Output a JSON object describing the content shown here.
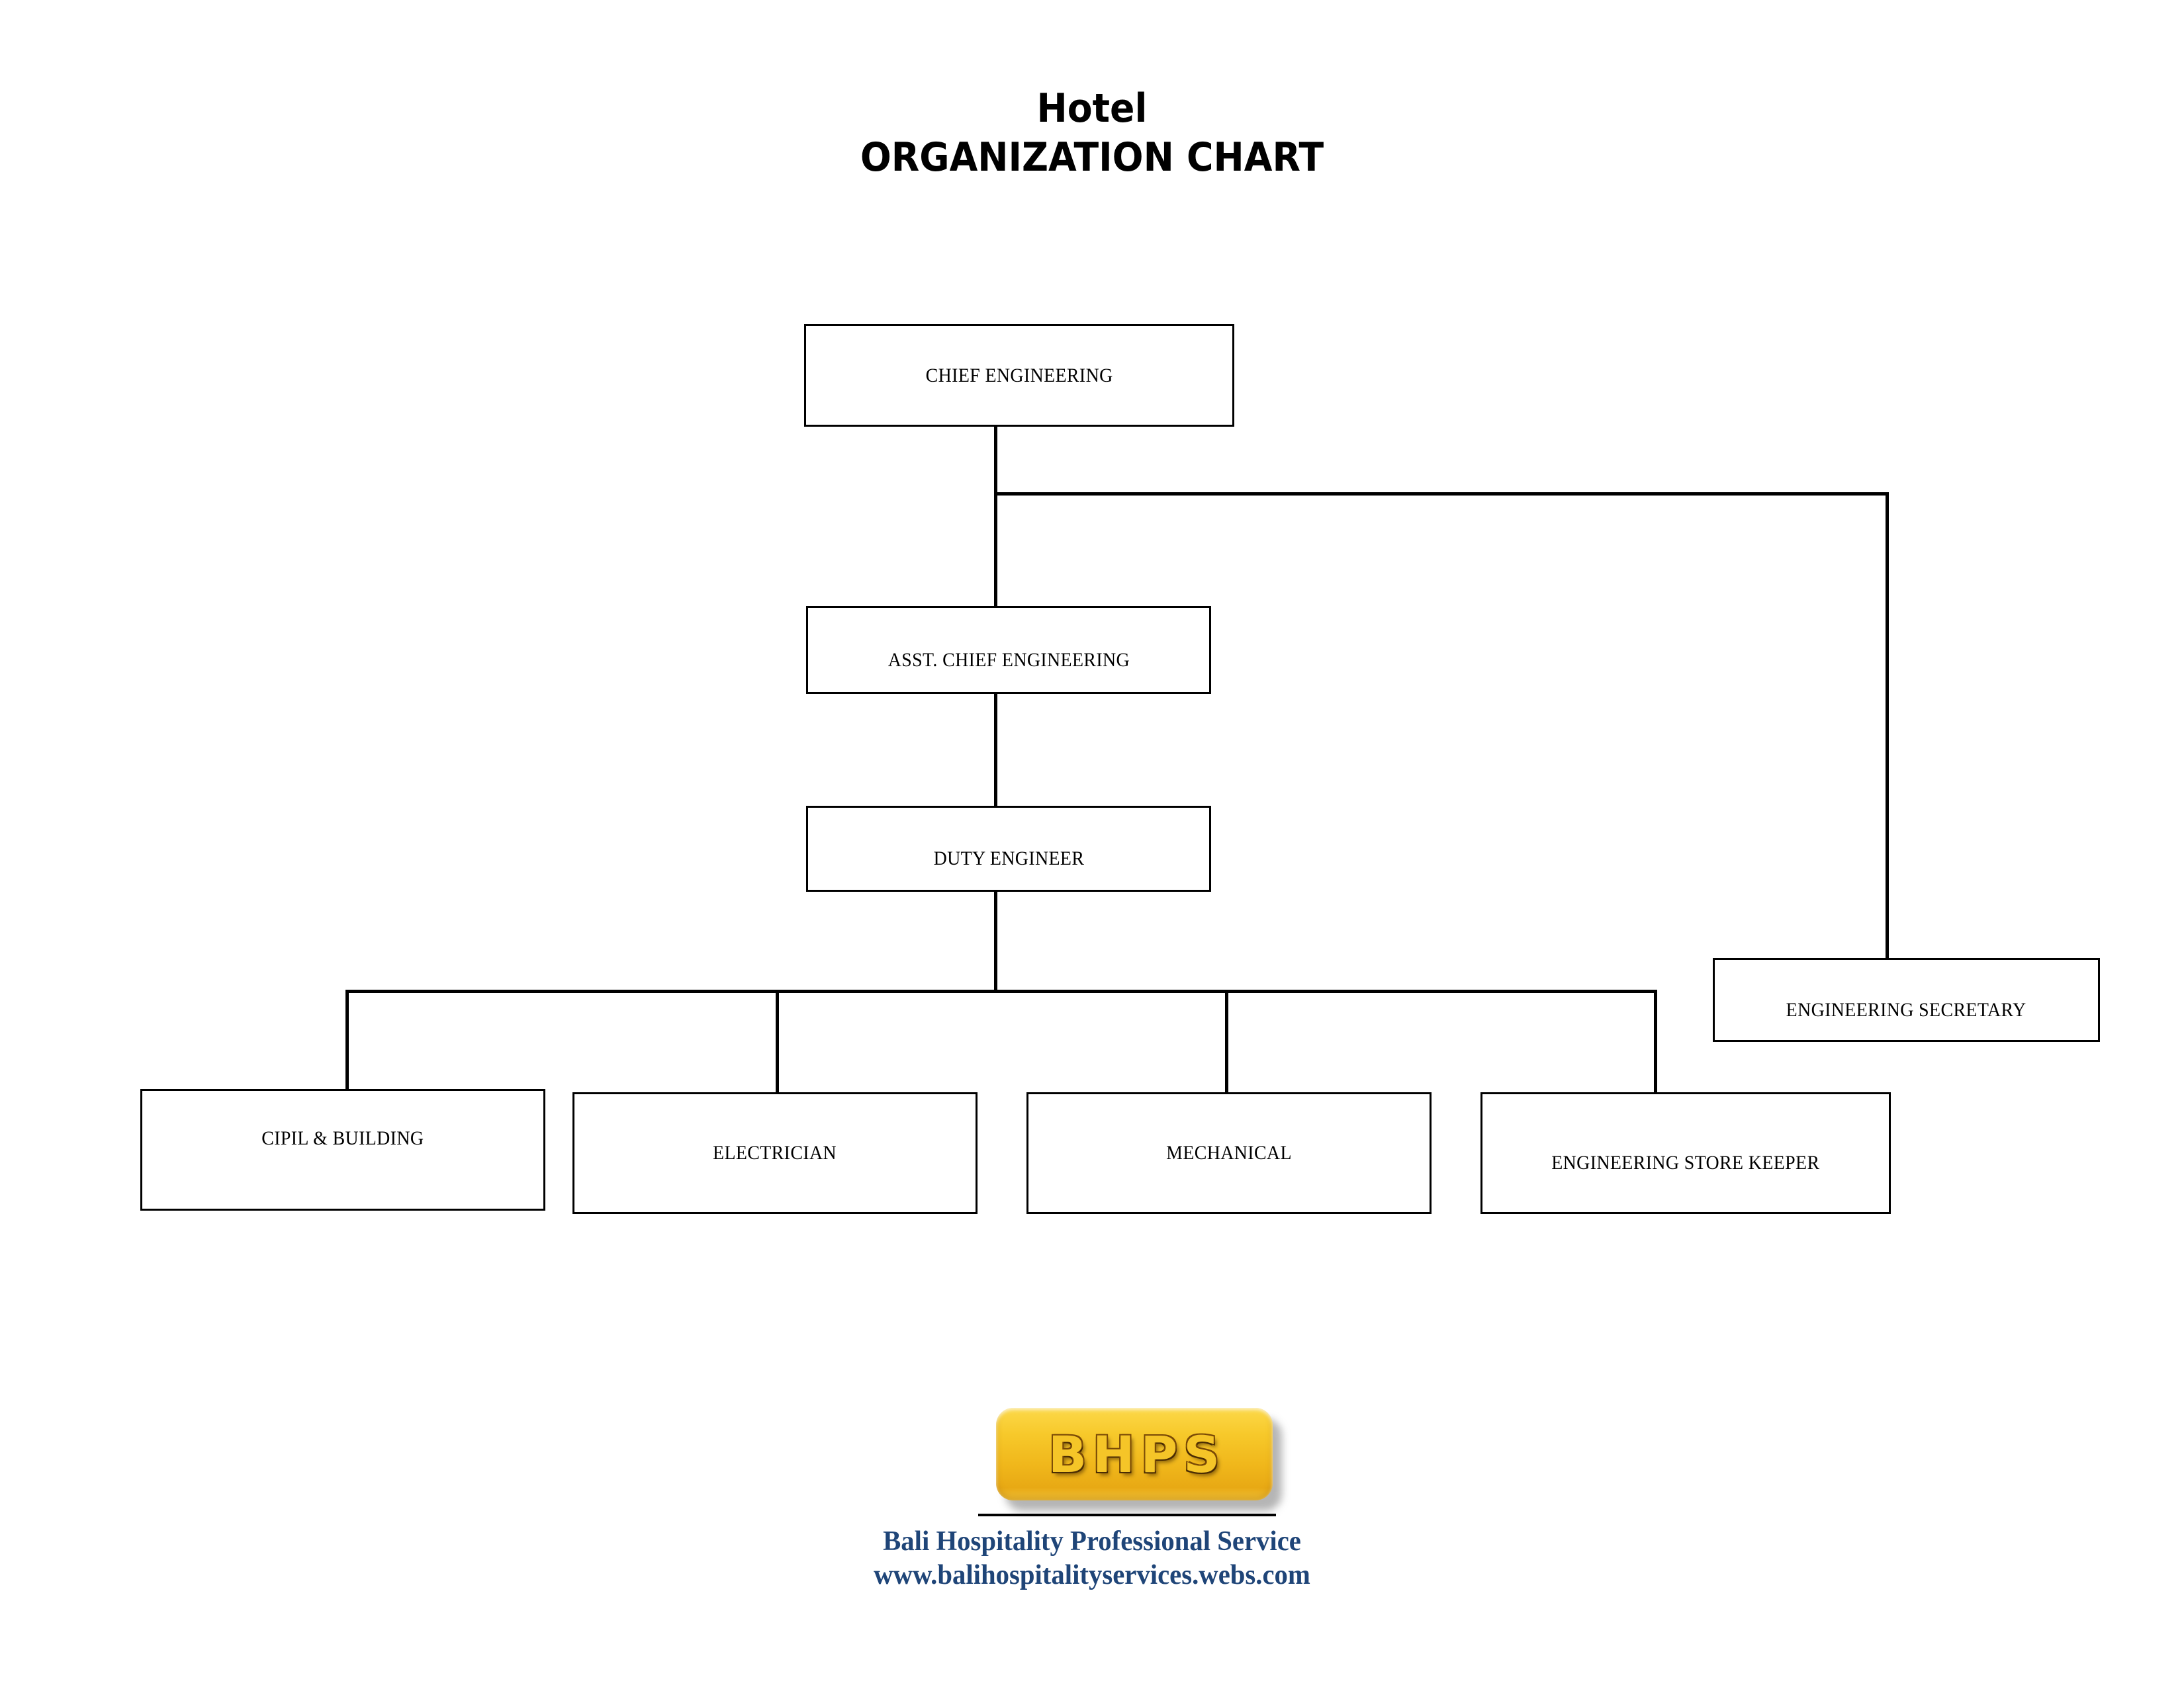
{
  "title": {
    "line1": "Hotel",
    "line2": "ORGANIZATION CHART"
  },
  "colors": {
    "box_border": "#000000",
    "connector": "#000000",
    "page_background": "#ffffff",
    "footer_text": "#1f4578",
    "logo_plate": "#f0b71b",
    "logo_text": "#f5c528"
  },
  "chart_data": {
    "type": "diagram",
    "diagram_kind": "organization-chart",
    "title": "Hotel ORGANIZATION CHART",
    "nodes": [
      {
        "id": "chief",
        "label": "CHIEF ENGINEERING",
        "level": 0
      },
      {
        "id": "asst_chief",
        "label": "ASST. CHIEF ENGINEERING",
        "level": 1
      },
      {
        "id": "secretary",
        "label": "ENGINEERING SECRETARY",
        "level": 1
      },
      {
        "id": "duty",
        "label": "DUTY ENGINEER",
        "level": 2
      },
      {
        "id": "civil",
        "label": "CIPIL & BUILDING",
        "level": 3
      },
      {
        "id": "electric",
        "label": "ELECTRICIAN",
        "level": 3
      },
      {
        "id": "mechanical",
        "label": "MECHANICAL",
        "level": 3
      },
      {
        "id": "storekeeper",
        "label": "ENGINEERING STORE KEEPER",
        "level": 3
      }
    ],
    "edges": [
      {
        "from": "chief",
        "to": "asst_chief"
      },
      {
        "from": "chief",
        "to": "secretary"
      },
      {
        "from": "asst_chief",
        "to": "duty"
      },
      {
        "from": "duty",
        "to": "civil"
      },
      {
        "from": "duty",
        "to": "electric"
      },
      {
        "from": "duty",
        "to": "mechanical"
      },
      {
        "from": "duty",
        "to": "storekeeper"
      }
    ]
  },
  "nodes": {
    "chief": "CHIEF ENGINEERING",
    "asst_chief": "ASST. CHIEF ENGINEERING",
    "duty": "DUTY ENGINEER",
    "secretary": "ENGINEERING SECRETARY",
    "civil": "CIPIL & BUILDING",
    "electrician": "ELECTRICIAN",
    "mechanical": "MECHANICAL",
    "storekeeper": "ENGINEERING STORE KEEPER"
  },
  "footer": {
    "logo_text": "BHPS",
    "company": "Bali Hospitality Professional Service",
    "website": "www.balihospitalityservices.webs.com"
  }
}
